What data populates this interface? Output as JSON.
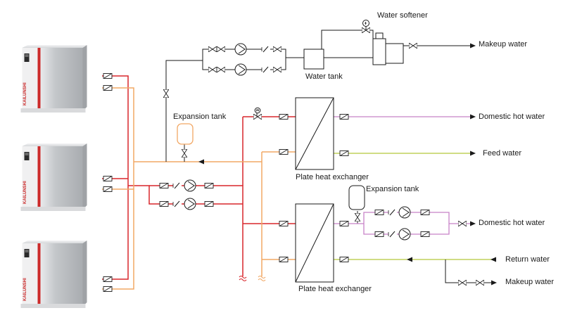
{
  "colors": {
    "supply": "#d9262b",
    "return": "#f2a865",
    "hot_water": "#c882c8",
    "cold_water": "#b5c83a",
    "water": "#1a1a1a",
    "boiler_body": "#b9bcc0",
    "boiler_stripe": "#cc2a2a"
  },
  "boiler": {
    "brand_text": "KAILUNSHI",
    "count": 3
  },
  "labels": {
    "water_softener": "Water softener",
    "makeup_water_top": "Makeup water",
    "water_tank": "Water tank",
    "expansion_tank_left": "Expansion tank",
    "domestic_hot_water_top": "Domestic hot water",
    "feed_water": "Feed water",
    "plate_heat_exchanger_top": "Plate heat exchanger",
    "expansion_tank_right": "Expansion tank",
    "domestic_hot_water_bottom": "Domestic hot water",
    "return_water": "Return water",
    "makeup_water_bottom": "Makeup water",
    "plate_heat_exchanger_bottom": "Plate heat exchanger"
  }
}
